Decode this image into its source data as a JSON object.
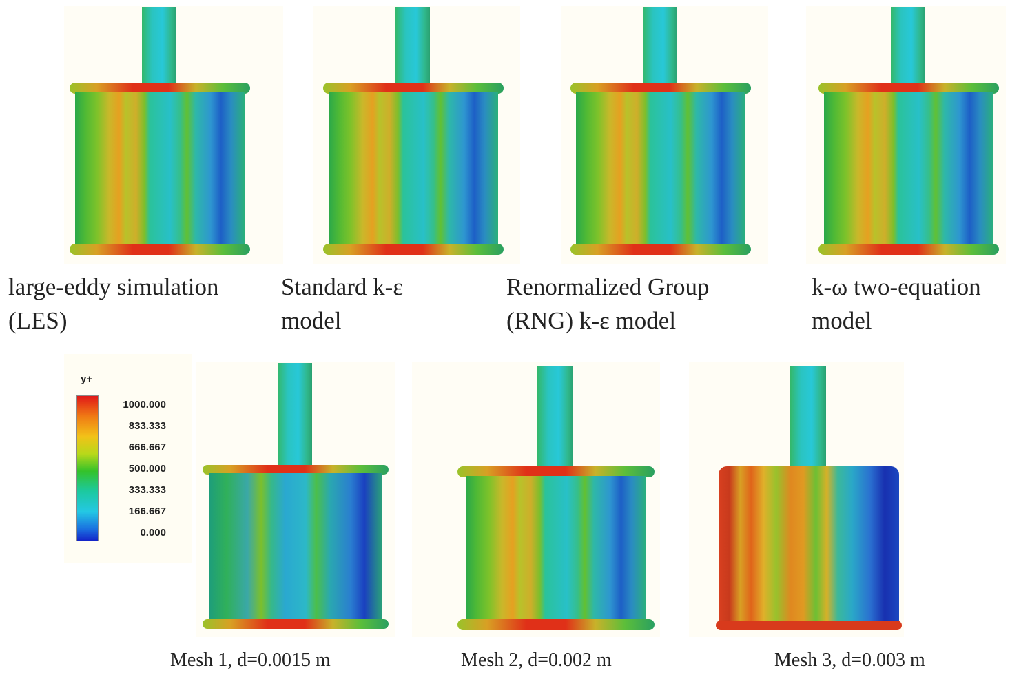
{
  "top_panels": [
    {
      "caption": "large-eddy simulation\n(LES)"
    },
    {
      "caption": "Standard k-ε\nmodel"
    },
    {
      "caption": "Renormalized Group\n(RNG) k-ε model"
    },
    {
      "caption": "k-ω two-equation\nmodel"
    }
  ],
  "bottom_panels": [
    {
      "caption": "Mesh 1, d=0.0015 m"
    },
    {
      "caption": "Mesh 2, d=0.002 m"
    },
    {
      "caption": "Mesh 3, d=0.003 m"
    }
  ],
  "legend": {
    "title": "y+",
    "ticks": [
      "1000.000",
      "833.333",
      "666.667",
      "500.000",
      "333.333",
      "166.667",
      "0.000"
    ],
    "colors": {
      "max": "#e01818",
      "mid": "#34c22a",
      "min": "#1424c8"
    }
  }
}
